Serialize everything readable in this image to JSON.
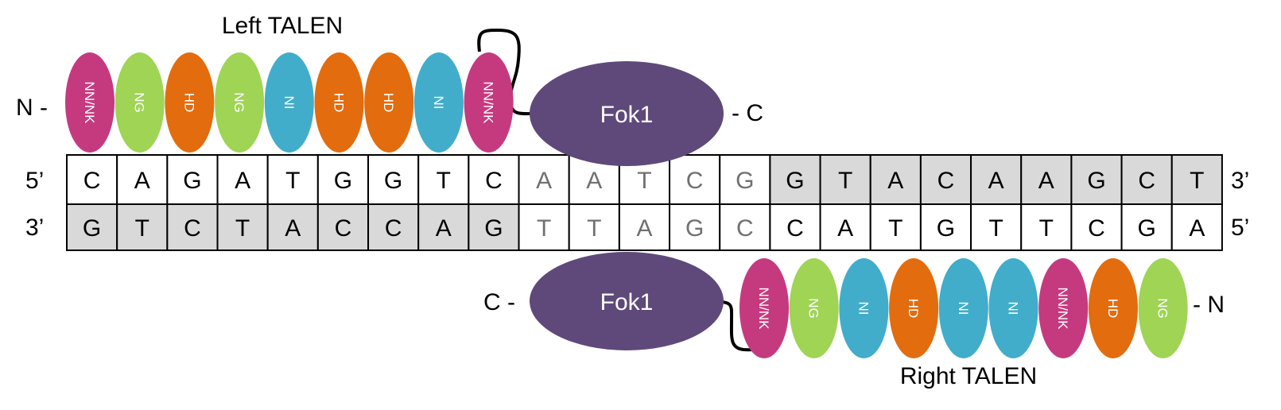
{
  "left_talen": {
    "title": "Left TALEN",
    "n_label": "N -",
    "c_label": "- C",
    "nuclease": "Fok1",
    "repeats": [
      "NN/NK",
      "NG",
      "HD",
      "NG",
      "NI",
      "HD",
      "HD",
      "NI",
      "NN/NK"
    ]
  },
  "right_talen": {
    "title": "Right TALEN",
    "n_label": "- N",
    "c_label": "C -",
    "nuclease": "Fok1",
    "repeats": [
      "NN/NK",
      "NG",
      "NI",
      "HD",
      "NI",
      "NI",
      "NN/NK",
      "HD",
      "NG"
    ]
  },
  "dna": {
    "top_strand": {
      "left_end": "5’",
      "right_end": "3’",
      "bases": [
        "C",
        "A",
        "G",
        "A",
        "T",
        "G",
        "G",
        "T",
        "C",
        "A",
        "A",
        "T",
        "C",
        "G",
        "G",
        "T",
        "A",
        "C",
        "A",
        "A",
        "G",
        "C",
        "T"
      ]
    },
    "bottom_strand": {
      "left_end": "3’",
      "right_end": "5’",
      "bases": [
        "G",
        "T",
        "C",
        "T",
        "A",
        "C",
        "C",
        "A",
        "G",
        "T",
        "T",
        "A",
        "G",
        "C",
        "C",
        "A",
        "T",
        "G",
        "T",
        "T",
        "C",
        "G",
        "A"
      ]
    },
    "spacer_range": [
      9,
      13
    ]
  },
  "colors": {
    "NN/NK": "#c53a7f",
    "NG": "#9fd455",
    "HD": "#e36c0e",
    "NI": "#41adcb",
    "fok1": "#5f497a",
    "binding_fill": "#d9d9d9",
    "spacer_text": "#707070"
  }
}
